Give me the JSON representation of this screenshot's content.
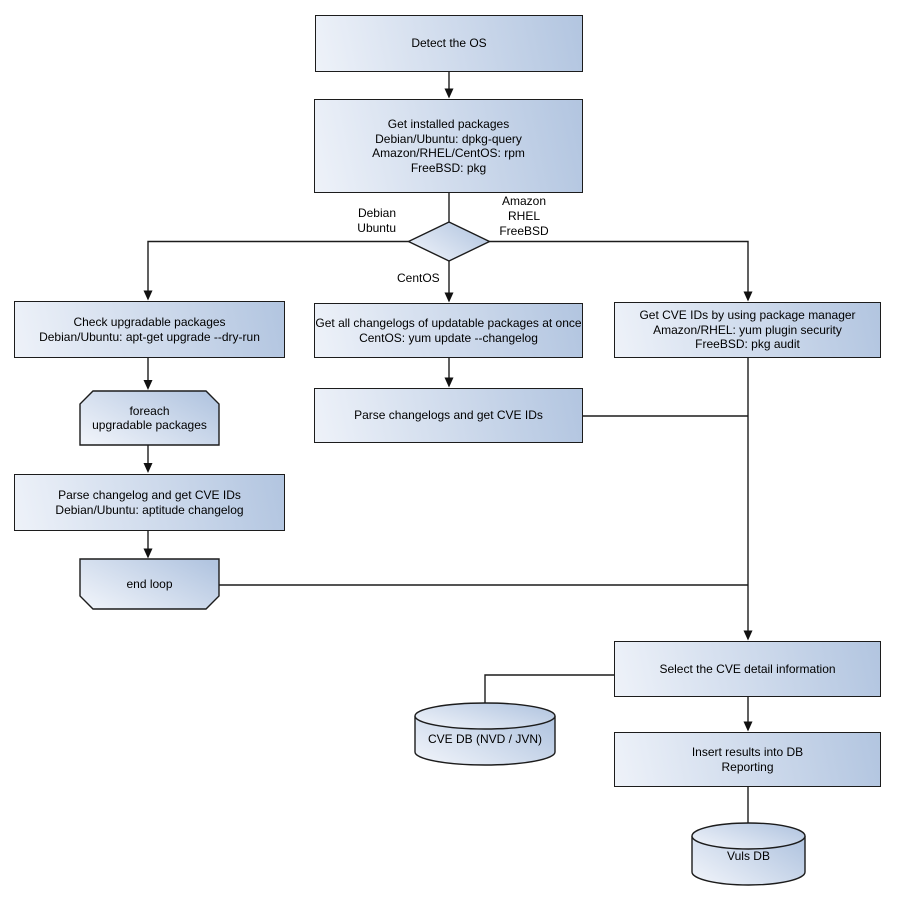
{
  "diagram": {
    "description": "Vuls vulnerability-scan flowchart",
    "background": "#ffffff",
    "colors": {
      "node_fill_light": "#eef2f9",
      "node_fill_dark": "#b2c5e0",
      "border": "#1c1c1c",
      "connector": "#1c1c1c",
      "text": "#000000"
    },
    "nodes": {
      "detect_os": {
        "type": "process",
        "label": "Detect the OS"
      },
      "get_installed_packages": {
        "type": "process",
        "label": "Get installed packages\nDebian/Ubuntu: dpkg-query\nAmazon/RHEL/CentOS: rpm\nFreeBSD: pkg"
      },
      "os_decision": {
        "type": "decision",
        "label": ""
      },
      "check_upgradable_packages": {
        "type": "process",
        "label": "Check upgradable packages\nDebian/Ubuntu: apt-get upgrade --dry-run"
      },
      "foreach_upgradable_packages": {
        "type": "loop-start",
        "label": "foreach\nupgradable packages"
      },
      "parse_changelog_left": {
        "type": "process",
        "label": "Parse changelog and get CVE IDs\nDebian/Ubuntu: aptitude changelog"
      },
      "end_loop": {
        "type": "loop-end",
        "label": "end loop"
      },
      "get_all_changelogs": {
        "type": "process",
        "label": "Get all changelogs of updatable packages at once\nCentOS: yum update --changelog"
      },
      "parse_changelogs_mid": {
        "type": "process",
        "label": "Parse changelogs and get CVE IDs"
      },
      "get_cve_ids_pkg_mgr": {
        "type": "process",
        "label": "Get CVE IDs by using package manager\nAmazon/RHEL: yum plugin security\nFreeBSD: pkg audit"
      },
      "select_cve_detail": {
        "type": "process",
        "label": "Select the CVE detail information"
      },
      "insert_results": {
        "type": "process",
        "label": "Insert results into DB\nReporting"
      },
      "cve_db": {
        "type": "database",
        "label": "CVE DB (NVD / JVN)"
      },
      "vuls_db": {
        "type": "database",
        "label": "Vuls DB"
      }
    },
    "edge_labels": {
      "debian_ubuntu": "Debian\nUbuntu",
      "amazon_rhel_freebsd": "Amazon\nRHEL\nFreeBSD",
      "centos": "CentOS"
    }
  }
}
